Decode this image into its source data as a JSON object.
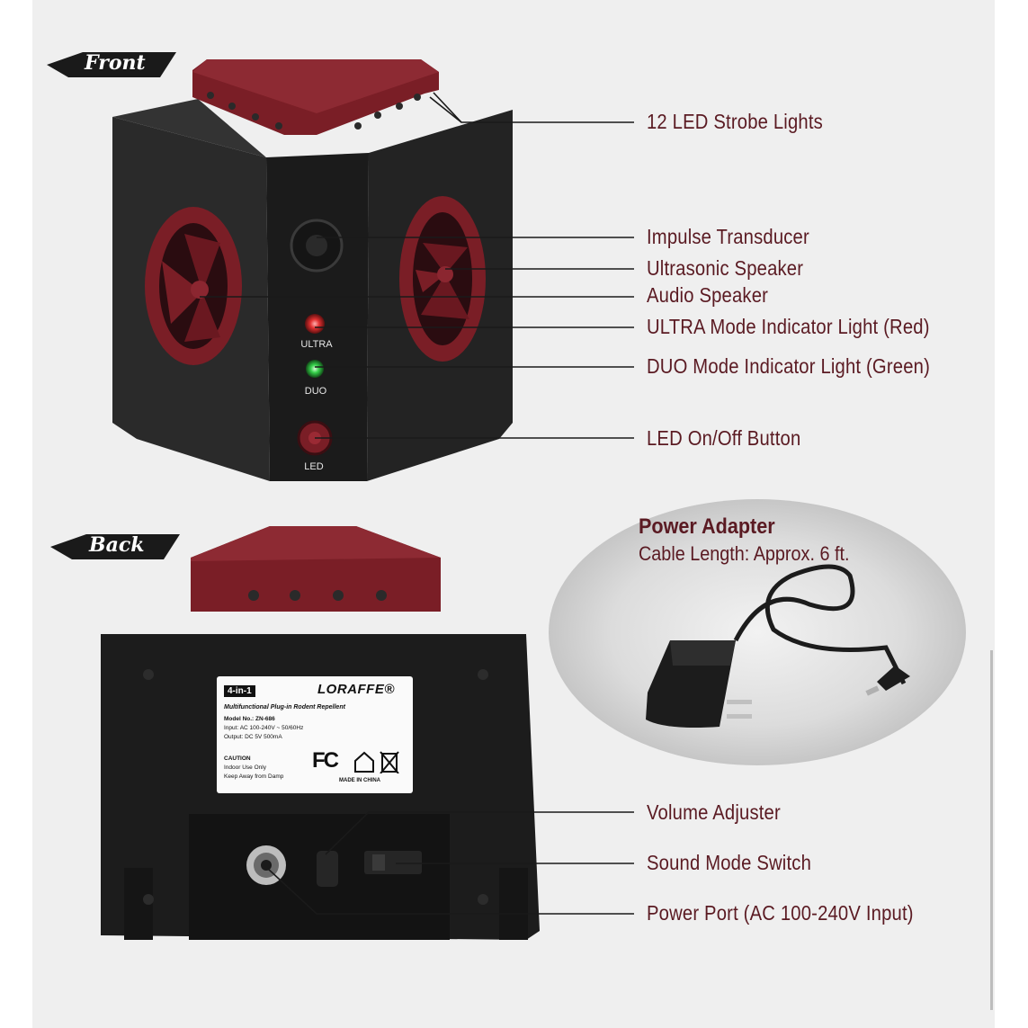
{
  "tags": {
    "front": "Front",
    "back": "Back"
  },
  "front_callouts": [
    "12 LED Strobe Lights",
    "Impulse Transducer",
    "Ultrasonic Speaker",
    "Audio Speaker",
    "ULTRA Mode Indicator Light (Red)",
    "DUO Mode Indicator Light (Green)",
    "LED On/Off Button"
  ],
  "device_labels": {
    "ultra": "ULTRA",
    "duo": "DUO",
    "led": "LED"
  },
  "back_callouts": [
    "Volume Adjuster",
    "Sound Mode Switch",
    "Power Port (AC 100-240V Input)"
  ],
  "power_adapter": {
    "title": "Power Adapter",
    "subtitle": "Cable Length: Approx. 6 ft."
  },
  "product_label": {
    "badge": "4-in-1",
    "brand": "LORAFFE®",
    "subtitle": "Multifunctional Plug-in Rodent Repellent",
    "model": "Model No.: ZN-686",
    "input": "Input:      AC 100-240V ~ 50/60Hz",
    "output": "Output:    DC 5V   500mA",
    "caution": "CAUTION",
    "indoor": "Indoor Use Only",
    "keep_away": "Keep Away from Damp",
    "fc": "FC",
    "made_in": "MADE IN CHINA"
  },
  "colors": {
    "accent": "#5a1a22",
    "maroon": "#7a1e26",
    "body": "#1f1f1f",
    "red_led": "#e23030",
    "green_led": "#35d04a"
  }
}
